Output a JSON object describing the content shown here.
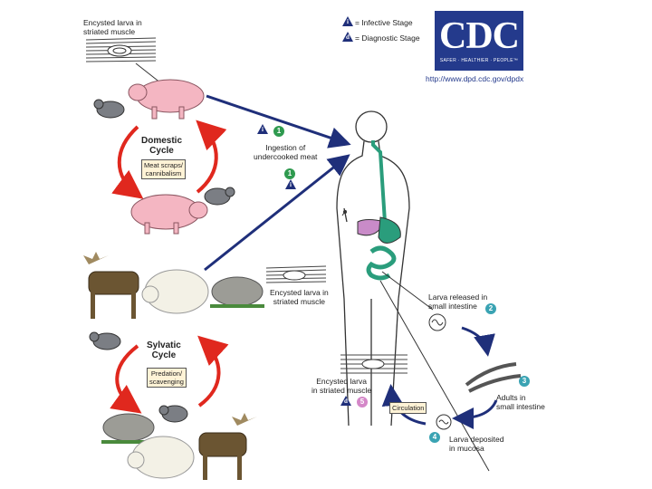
{
  "legend": {
    "infective_symbol": "i",
    "infective_label": "= Infective Stage",
    "diagnostic_symbol": "d",
    "diagnostic_label": "= Diagnostic Stage"
  },
  "logo": {
    "text": "CDC",
    "tagline": "SAFER · HEALTHIER · PEOPLE™",
    "url": "http://www.dpd.cdc.gov/dpdx"
  },
  "labels": {
    "top_larva": "Encysted larva in\nstriated muscle",
    "domestic_cycle": "Domestic\nCycle",
    "meat_scraps": "Meat scraps/\ncannibalism",
    "ingestion": "Ingestion of\nundercooked meat",
    "sylvatic_larva": "Encysted larva in\nstriated muscle",
    "sylvatic_cycle": "Sylvatic\nCycle",
    "predation": "Predation/\nscavenging",
    "larva_released": "Larva released in\nsmall intestine",
    "adults": "Adults in\nsmall intestine",
    "larva_deposited": "Larva deposited\nin mucosa",
    "circulation": "Circulation",
    "encysted_muscle": "Encysted larva\nin striated muscle"
  },
  "steps": {
    "s1": "1",
    "s1b": "1",
    "s2": "2",
    "s3": "3",
    "s4": "4",
    "s5": "5",
    "i1": "i",
    "i2": "i",
    "d5": "d"
  },
  "colors": {
    "arrow_blue": "#1f2f7a",
    "cycle_red": "#e0281e",
    "step_green": "#2f9a4f",
    "step_teal": "#3aa3b3",
    "step_pink": "#d487c8",
    "gut_green": "#2a9d7c",
    "liver_pink": "#c98bc8",
    "pig_pink": "#f4b6c2",
    "cdc_blue": "#243a8c"
  }
}
